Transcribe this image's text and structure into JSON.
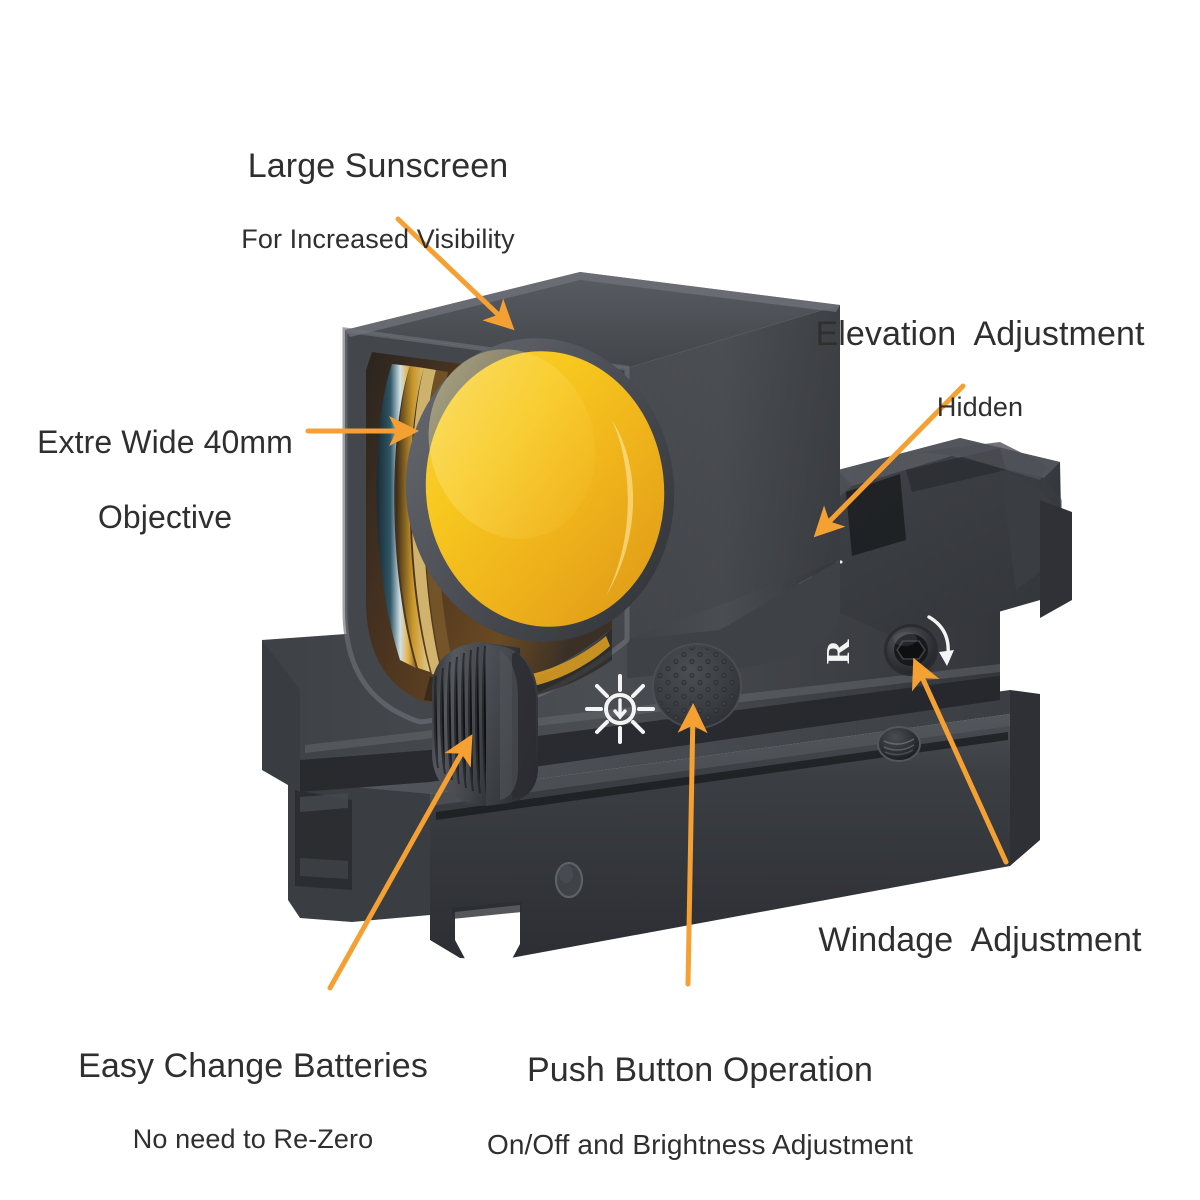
{
  "image": {
    "subject": "reflex red dot sight annotated product diagram",
    "background_color": "#ffffff",
    "arrow_color": "#F5A033",
    "text_color": "#2f2f2f",
    "body_color": "#3c3e42",
    "lens_color": "#F2C01E"
  },
  "callouts": {
    "sunscreen": {
      "title": "Large Sunscreen",
      "subtitle": "For Increased Visibility"
    },
    "objective": {
      "title": "Extre Wide 40mm",
      "subtitle": "Objective"
    },
    "elevation": {
      "title": "Elevation  Adjustment",
      "subtitle": "Hidden"
    },
    "windage": {
      "title": "Windage  Adjustment",
      "subtitle": ""
    },
    "battery": {
      "title": "Easy Change Batteries",
      "subtitle": "No need to Re-Zero"
    },
    "push_button": {
      "title": "Push Button Operation",
      "subtitle": "On/Off and Brightness Adjustment"
    }
  },
  "device_markings": {
    "windage_letter": "R",
    "brightness_icon": "sun-brightness-icon",
    "elevation_icon": "elevation-marking-icon",
    "rotation_arrow": "clockwise-arrow-icon"
  },
  "parts": [
    {
      "name": "sunscreen-hood",
      "label": "Large Sunscreen"
    },
    {
      "name": "objective-lens",
      "label": "40mm Objective Lens"
    },
    {
      "name": "battery-cap-knob",
      "label": "Battery Compartment Knob"
    },
    {
      "name": "brightness-push-button",
      "label": "Push Button"
    },
    {
      "name": "windage-adjustment-screw",
      "label": "Windage Screw"
    },
    {
      "name": "elevation-adjustment",
      "label": "Elevation Adjustment"
    },
    {
      "name": "picatinny-mount-rail",
      "label": "Mounting Rail"
    },
    {
      "name": "rail-threaded-hole",
      "label": "Threaded Hole"
    },
    {
      "name": "rail-clamp-bolt",
      "label": "Clamp Bolt"
    }
  ]
}
